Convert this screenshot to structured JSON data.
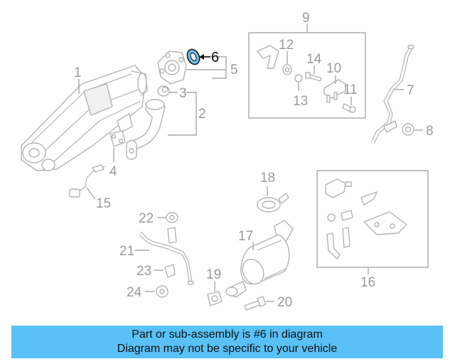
{
  "highlight_color": "#59c1f5",
  "highlighted_part": "6",
  "callouts": {
    "c1": "1",
    "c2": "2",
    "c3": "3",
    "c4": "4",
    "c5": "5",
    "c6": "6",
    "c7": "7",
    "c8": "8",
    "c9": "9",
    "c10": "10",
    "c11": "11",
    "c12": "12",
    "c13": "13",
    "c14": "14",
    "c15": "15",
    "c16": "16",
    "c17": "17",
    "c18": "18",
    "c19": "19",
    "c20": "20",
    "c21": "21",
    "c22": "22",
    "c23": "23",
    "c24": "24"
  },
  "banner": {
    "line1": "Part or sub-assembly is #6 in diagram",
    "line2": "Diagram may not be specific to your vehicle"
  }
}
